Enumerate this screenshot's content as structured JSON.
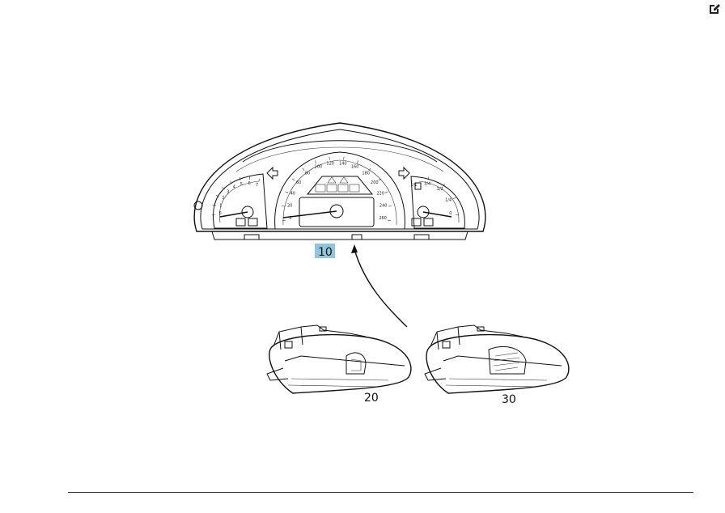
{
  "toolbar": {
    "edit_icon": "edit-icon"
  },
  "diagram": {
    "callouts": [
      {
        "id": "10",
        "highlighted": true,
        "highlight_color": "#8fc6dc"
      },
      {
        "id": "20",
        "highlighted": false
      },
      {
        "id": "30",
        "highlighted": false
      }
    ],
    "speedometer_ticks": [
      "0",
      "20",
      "40",
      "60",
      "80",
      "100",
      "120",
      "140",
      "160",
      "180",
      "200",
      "220",
      "240",
      "260"
    ],
    "left_gauge_ticks": [
      "0",
      "1",
      "2",
      "3",
      "4",
      "5",
      "6",
      "7"
    ],
    "right_gauge_ticks": [
      "0",
      "1/4",
      "1/2",
      "3/4",
      "1/1"
    ]
  }
}
